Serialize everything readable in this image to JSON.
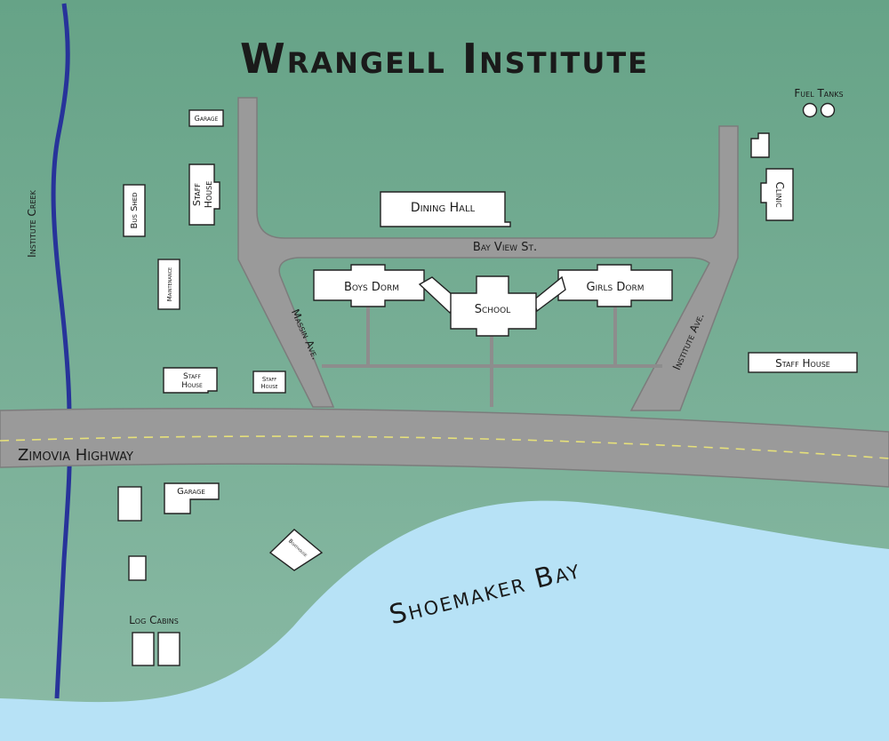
{
  "map": {
    "title": "Wrangell Institute",
    "colors": {
      "land": "#6aa58a",
      "water": "#b7e2f6",
      "road": "#9a9a9a",
      "road_edge": "#7c7c7c",
      "creek": "#27339a",
      "building": "#ffffff",
      "centerline": "#e6e07a"
    },
    "labels": {
      "fuel_tanks": "Fuel Tanks",
      "garage_north": "Garage",
      "staff_house_nw_1": "Staff",
      "staff_house_nw_2": "House",
      "bus_shed": "Bus Shed",
      "maintenance": "Maintenance",
      "institute_creek": "Institute Creek",
      "dining_hall": "Dining Hall",
      "clinic": "Clinic",
      "bay_view_st": "Bay View St.",
      "boys_dorm": "Boys Dorm",
      "school": "School",
      "girls_dorm": "Girls Dorm",
      "massin_ave": "Massin Ave.",
      "institute_ave": "Institute Ave.",
      "staff_house_w1_1": "Staff",
      "staff_house_w1_2": "House",
      "staff_house_w2_1": "Staff",
      "staff_house_w2_2": "House",
      "staff_house_east": "Staff House",
      "zimovia_highway": "Zimovia Highway",
      "garage_south": "Garage",
      "boathouse": "Boathouse",
      "log_cabins": "Log Cabins",
      "shoemaker_bay": "Shoemaker Bay"
    }
  }
}
